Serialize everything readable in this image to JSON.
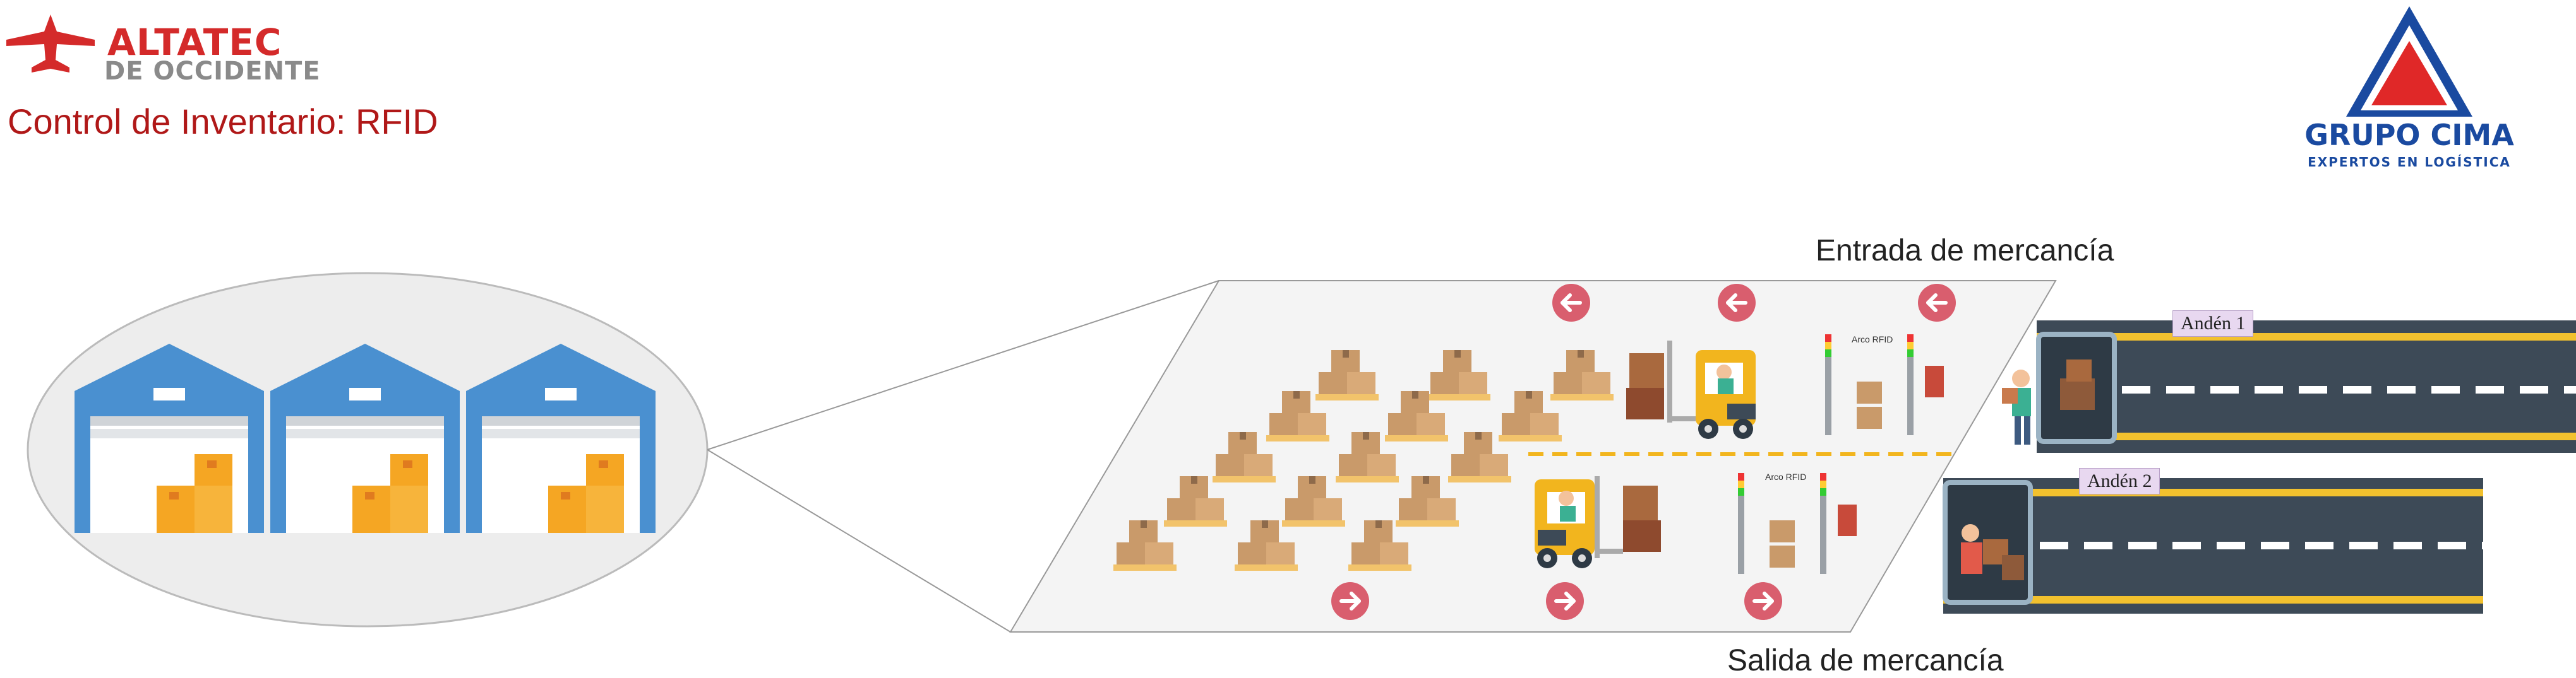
{
  "brand": {
    "name": "ALTATEC",
    "subtitle": "DE OCCIDENTE"
  },
  "title": "Control de Inventario: RFID",
  "partner": {
    "name": "GRUPO CIMA",
    "tagline": "EXPERTOS EN LOGÍSTICA"
  },
  "labels": {
    "entrada": "Entrada de mercancía",
    "salida": "Salida de mercancía",
    "anden1": "Andén 1",
    "anden2": "Andén 2",
    "arco": "Arco RFID"
  },
  "colors": {
    "brand_red": "#d42a2a",
    "warehouse_blue": "#4a90d0",
    "box_orange": "#f5a623",
    "road": "#3d4a57",
    "cima_blue": "#1a4aa0"
  },
  "icons": [
    "warehouse-icon",
    "forklift-icon",
    "pallet-boxes-icon",
    "rfid-arch-icon",
    "arrow-left-icon",
    "arrow-right-icon",
    "truck-icon",
    "worker-icon"
  ]
}
